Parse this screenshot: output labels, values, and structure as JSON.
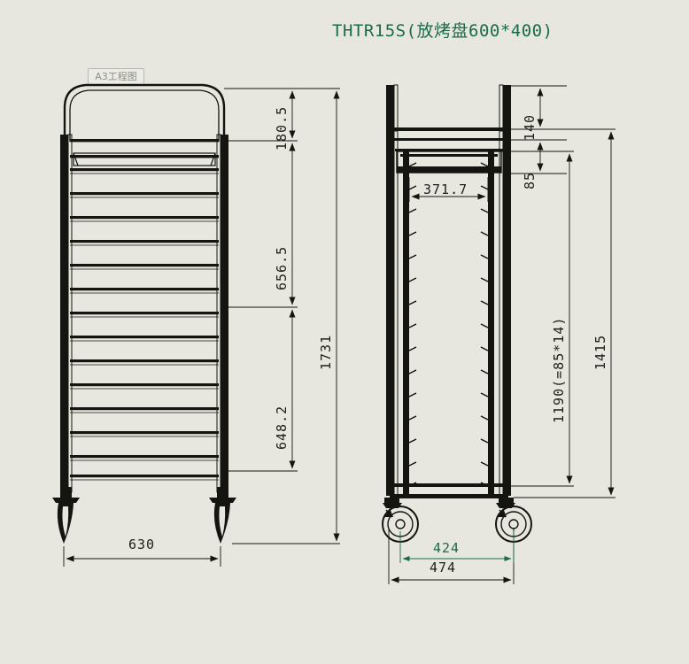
{
  "drawing": {
    "title": "THTR15S(放烤盘600*400)",
    "sheet_label": "A3工程图",
    "title_color": "#1a6b46",
    "accent_color": "#1a6b46",
    "line_color": "#141410",
    "background_color": "#e7e7df",
    "views": [
      {
        "name": "front-view",
        "label": ""
      },
      {
        "name": "side-view",
        "label": ""
      }
    ],
    "dimensions": {
      "front": {
        "top_section": "180.5",
        "upper_section": "656.5",
        "lower_section": "648.2",
        "overall_height": "1731",
        "overall_width": "630"
      },
      "side": {
        "handle_height": "140",
        "shelf_pitch": "85",
        "inner_depth": "371.7",
        "rack_height": "1190(=85*14)",
        "frame_height": "1415",
        "wheel_track": "424",
        "overall_depth": "474"
      }
    }
  },
  "chart_data": {
    "type": "table",
    "title": "THTR15S(放烤盘600*400)",
    "categories": [
      "180.5",
      "656.5",
      "648.2",
      "1731",
      "630",
      "140",
      "85",
      "371.7",
      "1190(=85*14)",
      "1415",
      "424",
      "474"
    ],
    "values": [
      180.5,
      656.5,
      648.2,
      1731,
      630,
      140,
      85,
      371.7,
      1190,
      1415,
      424,
      474
    ]
  }
}
